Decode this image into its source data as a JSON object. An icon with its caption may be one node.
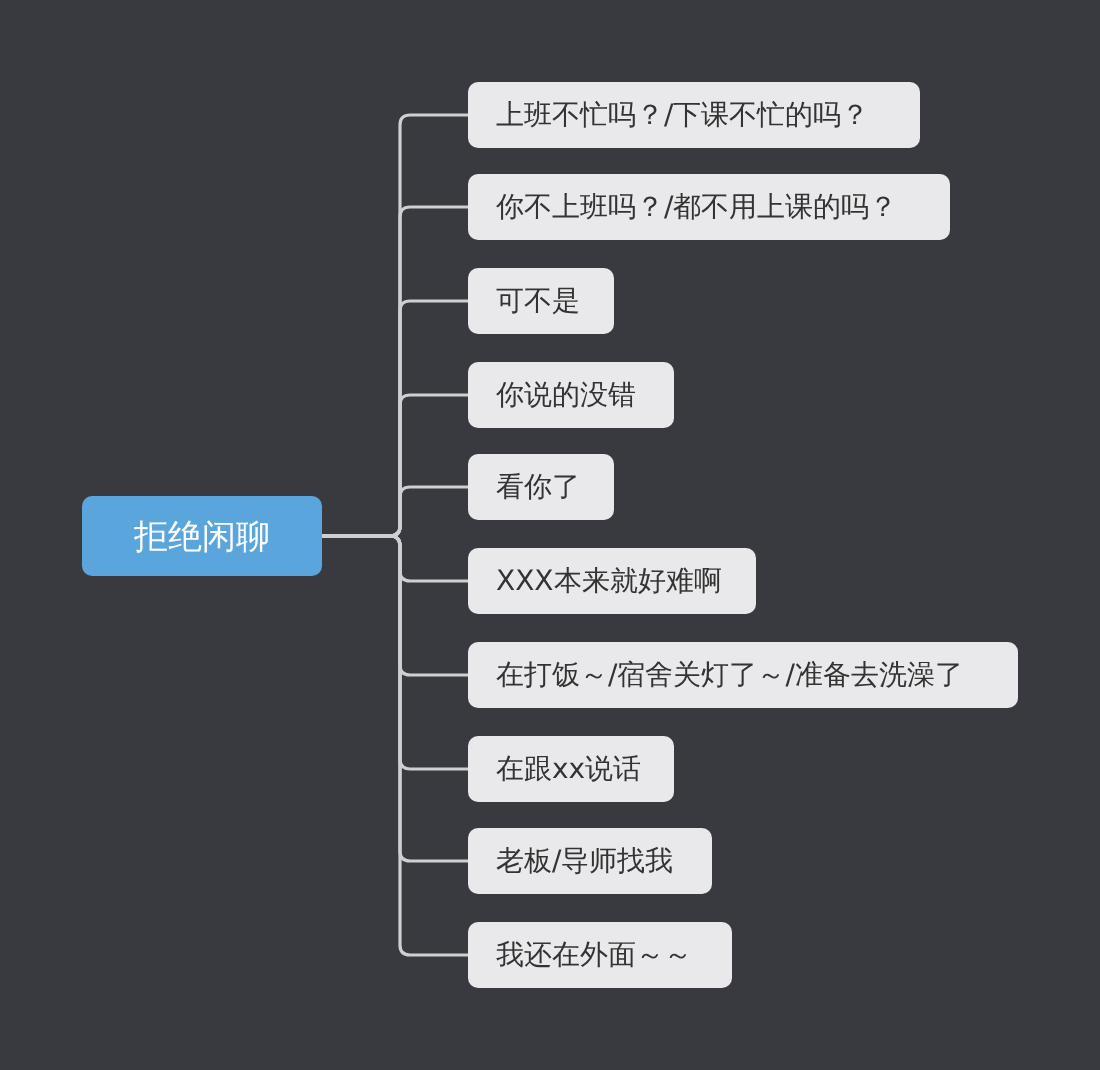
{
  "diagram": {
    "nodes": [
      {
        "text": [
          "拒绝闲聊"
        ]
      },
      {
        "text": [
          "上班不忙吗？/下课不忙的吗？"
        ]
      },
      {
        "text": [
          "你不上班吗？/都不用上课的吗？"
        ]
      },
      {
        "text": [
          "可不是"
        ]
      },
      {
        "text": [
          "你说的没错"
        ]
      },
      {
        "text": [
          "看你了"
        ]
      },
      {
        "text": [
          "XXX本来就好难啊"
        ]
      },
      {
        "text": [
          "在打饭～/宿舍关灯了～/准备去洗澡了"
        ]
      },
      {
        "text": [
          "在跟xx说话"
        ]
      },
      {
        "text": [
          "老板/导师找我"
        ]
      },
      {
        "text": [
          "我还在外面～～"
        ]
      }
    ],
    "edges": [
      {
        "from": 0,
        "to": 1,
        "arrow": "none"
      },
      {
        "from": 0,
        "to": 2,
        "arrow": "none"
      },
      {
        "from": 0,
        "to": 3,
        "arrow": "none"
      },
      {
        "from": 0,
        "to": 4,
        "arrow": "none"
      },
      {
        "from": 0,
        "to": 5,
        "arrow": "none"
      },
      {
        "from": 0,
        "to": 6,
        "arrow": "none"
      },
      {
        "from": 0,
        "to": 7,
        "arrow": "none"
      },
      {
        "from": 0,
        "to": 8,
        "arrow": "none"
      },
      {
        "from": 0,
        "to": 9,
        "arrow": "none"
      },
      {
        "from": 0,
        "to": 10,
        "arrow": "none"
      }
    ]
  }
}
